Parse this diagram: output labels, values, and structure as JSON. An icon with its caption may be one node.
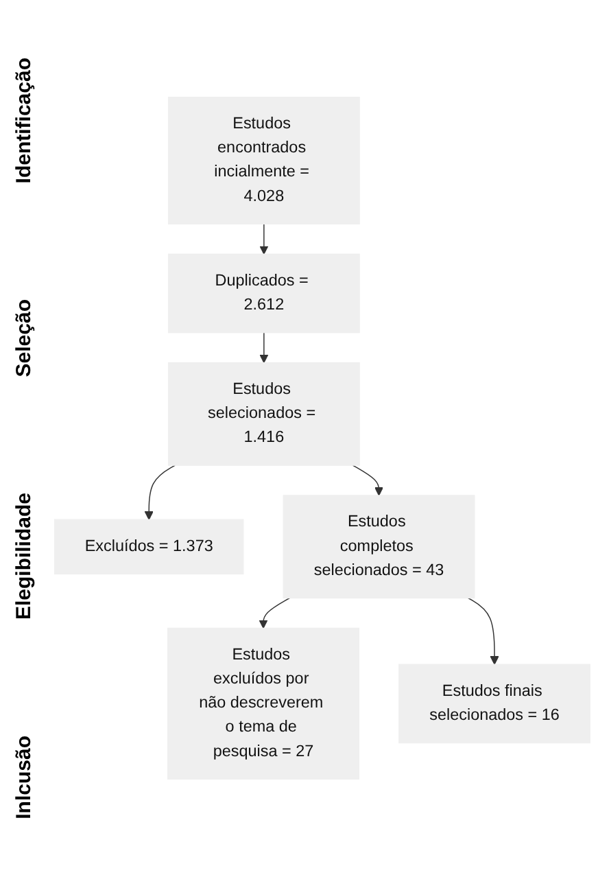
{
  "diagram": {
    "nodes": [
      {
        "text": [
          "Estudos encontrados incialmente = 4.028"
        ]
      },
      {
        "text": [
          "Duplicados = 2.612"
        ]
      },
      {
        "text": [
          "Estudos selecionados = 1.416"
        ]
      },
      {
        "text": [
          "Excluídos = 1.373"
        ]
      },
      {
        "text": [
          "Estudos completos selecionados = 43"
        ]
      },
      {
        "text": [
          "Estudos excluídos por não descreverem o tema de pesquisa = 27"
        ]
      },
      {
        "text": [
          "Estudos finais selecionados = 16"
        ]
      }
    ],
    "edges": [
      {
        "from": 0,
        "to": 1,
        "arrow": "to"
      },
      {
        "from": 1,
        "to": 2,
        "arrow": "to"
      },
      {
        "from": 2,
        "to": 3,
        "arrow": "to"
      },
      {
        "from": 2,
        "to": 4,
        "arrow": "to"
      },
      {
        "from": 4,
        "to": 5,
        "arrow": "to"
      },
      {
        "from": 4,
        "to": 6,
        "arrow": "to"
      }
    ],
    "labels": [
      "Identificação",
      "Seleção",
      "Elegibilidade",
      "Inlcusão"
    ]
  }
}
